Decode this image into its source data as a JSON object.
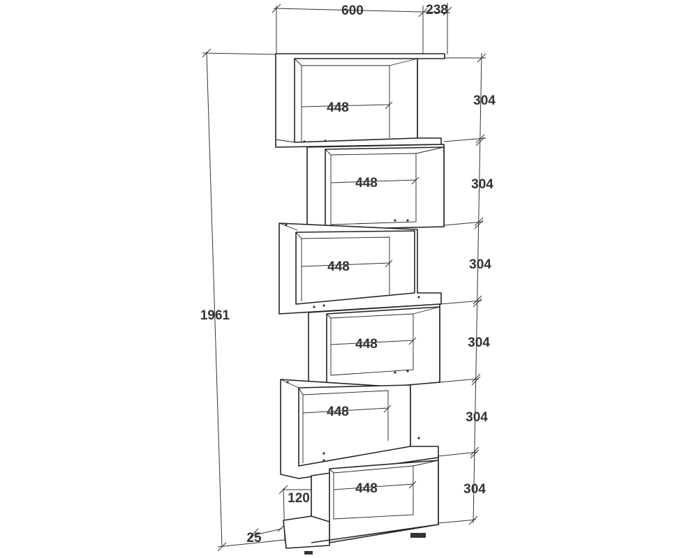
{
  "dimensions": {
    "overall_width": "600",
    "overall_depth": "238",
    "overall_height": "1961",
    "plinth_height": "120",
    "plinth_offset": "25",
    "shelves": [
      {
        "inner_width": "448",
        "height": "304"
      },
      {
        "inner_width": "448",
        "height": "304"
      },
      {
        "inner_width": "448",
        "height": "304"
      },
      {
        "inner_width": "448",
        "height": "304"
      },
      {
        "inner_width": "448",
        "height": "304"
      },
      {
        "inner_width": "448",
        "height": "304"
      }
    ]
  }
}
